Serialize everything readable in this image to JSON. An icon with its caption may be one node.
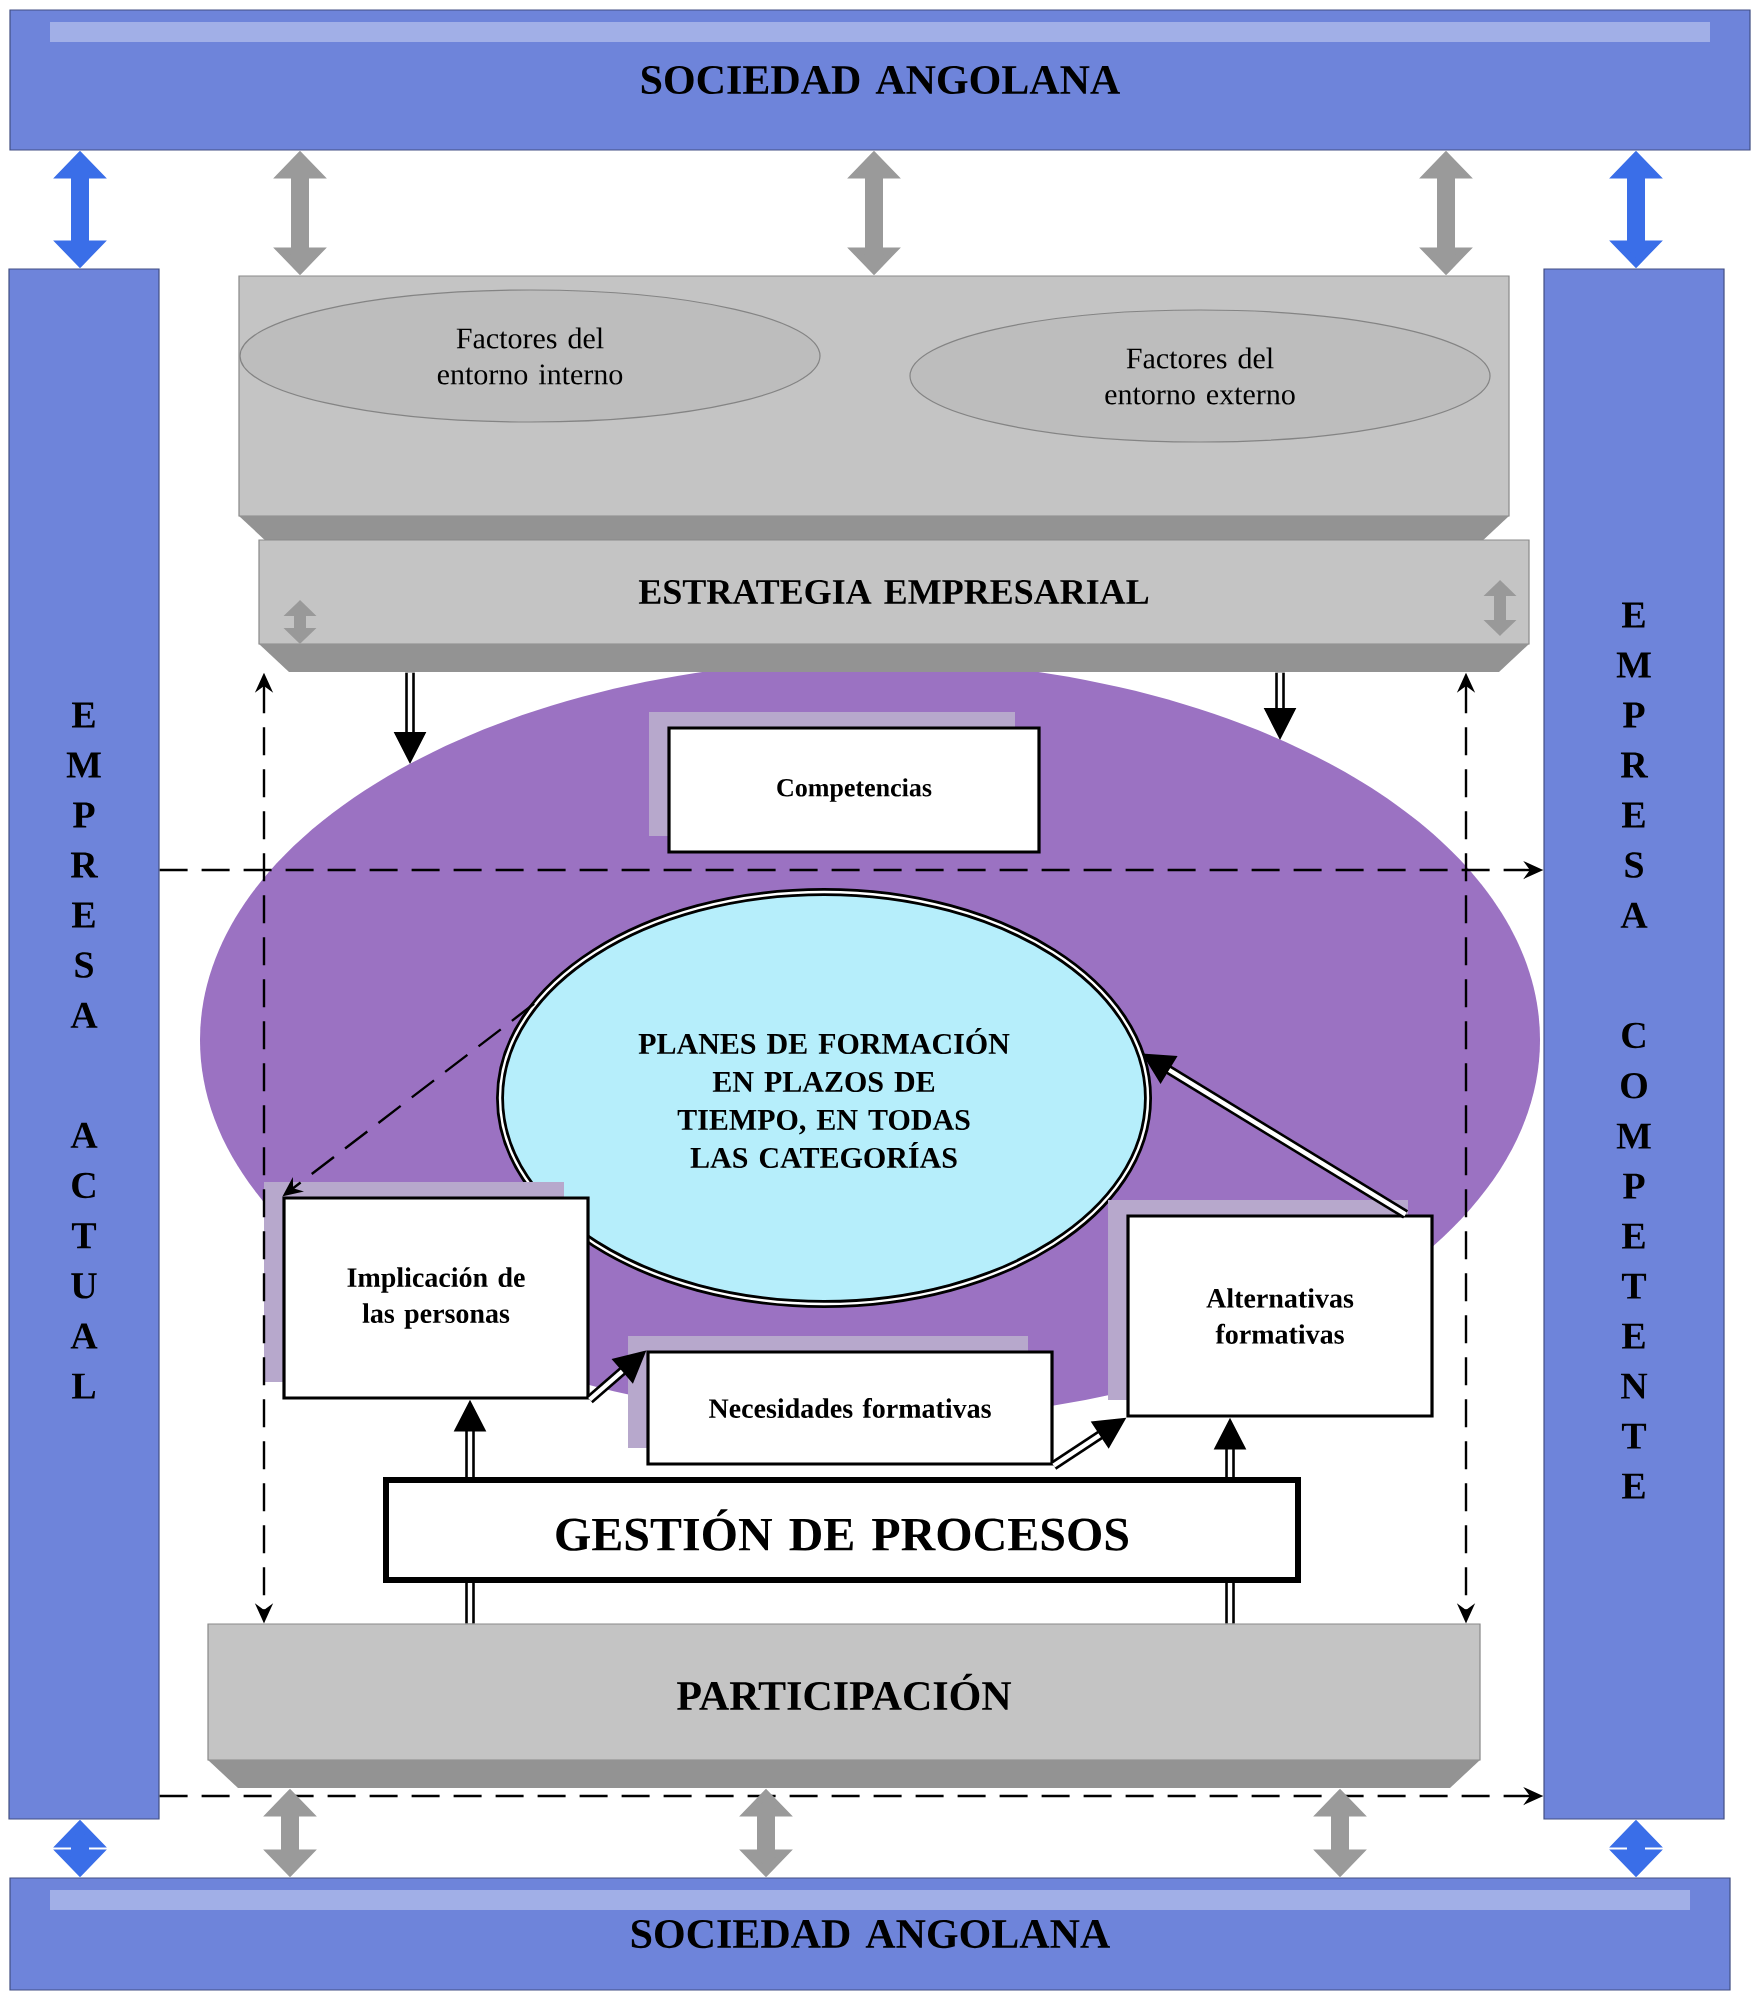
{
  "diagram": {
    "nodes": [
      {
        "text": [
          "SOCIEDAD ANGOLANA"
        ]
      },
      {
        "text": [
          "EMPRESA",
          "ACTUAL"
        ]
      },
      {
        "text": [
          "EMPRESA",
          "COMPETENTE"
        ]
      },
      {
        "text": [
          "SOCIEDAD ANGOLANA"
        ]
      },
      {
        "text": [],
        "shape": "box"
      },
      {
        "text": [
          "Factores del entorno interno"
        ],
        "in": 4
      },
      {
        "text": [
          "Factores del entorno externo"
        ],
        "in": 4
      },
      {
        "text": [
          "ESTRATEGIA EMPRESARIAL"
        ]
      },
      {
        "text": [
          "Competencias"
        ]
      },
      {
        "text": [
          "PLANES DE FORMACIÓN EN PLAZOS DE TIEMPO, EN TODAS LAS CATEGORÍAS"
        ]
      },
      {
        "text": [
          "Implicación de las personas"
        ]
      },
      {
        "text": [
          "Alternativas formativas"
        ]
      },
      {
        "text": [
          "Necesidades formativas"
        ]
      },
      {
        "text": [
          "GESTIÓN DE PROCESOS"
        ]
      },
      {
        "text": [
          "PARTICIPACIÓN"
        ]
      }
    ],
    "edges": [
      {
        "from": 0,
        "to": 1,
        "arrow": "both",
        "style": "thick",
        "color": "#3a6ee8"
      },
      {
        "from": 0,
        "to": 2,
        "arrow": "both",
        "style": "thick",
        "color": "#3a6ee8"
      },
      {
        "from": 3,
        "to": 1,
        "arrow": "both",
        "style": "thick",
        "color": "#3a6ee8"
      },
      {
        "from": 3,
        "to": 2,
        "arrow": "both",
        "style": "thick",
        "color": "#3a6ee8"
      },
      {
        "from": 0,
        "to": 4,
        "arrow": "both",
        "style": "thick",
        "color": "#9a9a9a"
      },
      {
        "from": 0,
        "to": 4,
        "arrow": "both",
        "style": "thick",
        "color": "#9a9a9a"
      },
      {
        "from": 0,
        "to": 4,
        "arrow": "both",
        "style": "thick",
        "color": "#9a9a9a"
      },
      {
        "from": 7,
        "to": null,
        "arrow": "to"
      },
      {
        "from": 7,
        "to": null,
        "arrow": "to"
      },
      {
        "from": 1,
        "to": 2,
        "arrow": "to",
        "style": "dashed"
      },
      {
        "from": 7,
        "to": 14,
        "arrow": "both",
        "style": "dashed"
      },
      {
        "from": 7,
        "to": 14,
        "arrow": "both",
        "style": "dashed"
      },
      {
        "from": 9,
        "to": 10,
        "arrow": "to",
        "style": "dashed"
      },
      {
        "from": 10,
        "to": 12,
        "arrow": "to"
      },
      {
        "from": 12,
        "to": 11,
        "arrow": "to"
      },
      {
        "from": 11,
        "to": 9,
        "arrow": "to"
      },
      {
        "from": 13,
        "to": 10,
        "arrow": "to"
      },
      {
        "from": 13,
        "to": 11,
        "arrow": "to"
      },
      {
        "from": 14,
        "to": 13,
        "arrow": "none"
      },
      {
        "from": 14,
        "to": 13,
        "arrow": "none"
      },
      {
        "from": 1,
        "to": 2,
        "arrow": "to",
        "style": "dashed"
      },
      {
        "from": 14,
        "to": 3,
        "arrow": "both",
        "style": "thick",
        "color": "#9a9a9a"
      },
      {
        "from": 14,
        "to": 3,
        "arrow": "both",
        "style": "thick",
        "color": "#9a9a9a"
      },
      {
        "from": 14,
        "to": 3,
        "arrow": "both",
        "style": "thick",
        "color": "#9a9a9a"
      }
    ]
  }
}
